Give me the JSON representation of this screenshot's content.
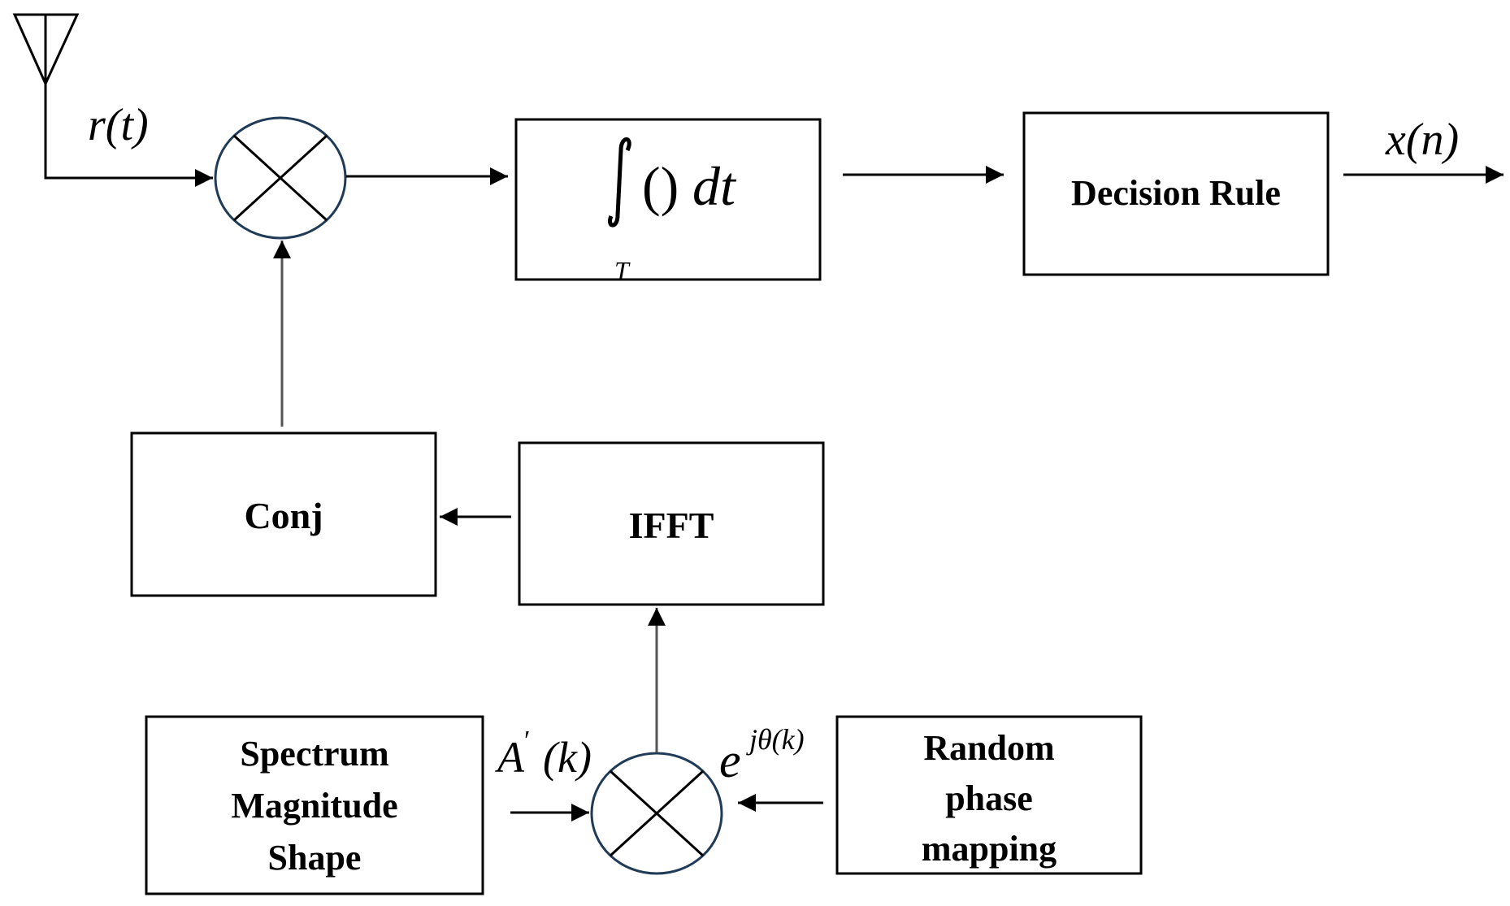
{
  "blocks": {
    "integrator": {
      "paren": "()",
      "dt": "dt",
      "limit": "T"
    },
    "decision": "Decision Rule",
    "conj": "Conj",
    "ifft": "IFFT",
    "spectrum": [
      "Spectrum",
      "Magnitude",
      "Shape"
    ],
    "random": [
      "Random",
      "phase",
      "mapping"
    ]
  },
  "signals": {
    "input": "r(t)",
    "output": "x(n)",
    "amplitude": {
      "base": "A",
      "prime": "′",
      "arg": "(k)"
    },
    "phase": {
      "base": "e",
      "exp": "jθ(k)"
    }
  },
  "colors": {
    "line": "#000000",
    "mixer_stroke": "#1f3b57",
    "connector": "#555555"
  }
}
